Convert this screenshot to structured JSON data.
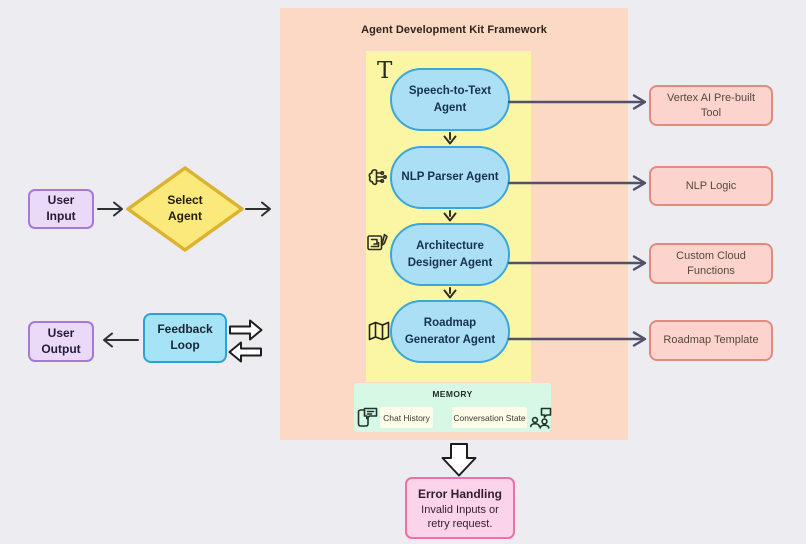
{
  "framework": {
    "title": "Agent Development Kit Framework",
    "agents": [
      {
        "label": "Speech-to-Text Agent",
        "icon": "text-icon",
        "icon_glyph": "T"
      },
      {
        "label": "NLP Parser Agent",
        "icon": "brain-circuit-icon"
      },
      {
        "label": "Architecture Designer Agent",
        "icon": "blueprint-pencil-icon"
      },
      {
        "label": "Roadmap Generator Agent",
        "icon": "folded-map-icon"
      }
    ],
    "memory": {
      "title": "MEMORY",
      "items": [
        {
          "label": "Chat History",
          "icon": "phone-chat-icon"
        },
        {
          "label": "Conversation State",
          "icon": "people-chat-icon"
        }
      ]
    }
  },
  "flow": {
    "user_input": "User Input",
    "select_agent": "Select Agent",
    "user_output": "User Output",
    "feedback_loop": "Feedback Loop"
  },
  "tools": [
    {
      "label": "Vertex AI Pre-built Tool"
    },
    {
      "label": "NLP Logic"
    },
    {
      "label": "Custom Cloud Functions"
    },
    {
      "label": "Roadmap Template"
    }
  ],
  "error_handling": {
    "title": "Error Handling",
    "description": "Invalid Inputs or retry request."
  },
  "colors": {
    "canvas_bg": "#ececf1",
    "framework_bg": "#fcd9c4",
    "pipeline_bg": "#fbf6a3",
    "agent_fill": "#abdff5",
    "agent_border": "#3ba6da",
    "memory_bg": "#d7f8e5",
    "memory_item_bg": "#fdfce9",
    "io_fill": "#ebd9f9",
    "io_border": "#a678d8",
    "decision_fill": "#fbe97c",
    "decision_border": "#dcb32e",
    "feedback_fill": "#a6e3f6",
    "feedback_border": "#29a2d9",
    "tool_fill": "#fcd3cd",
    "tool_border": "#e28a80",
    "error_fill": "#fbd4e9",
    "error_border": "#ee70a9",
    "connector_dark": "#2f2f2f",
    "connector_slate": "#51516c"
  }
}
